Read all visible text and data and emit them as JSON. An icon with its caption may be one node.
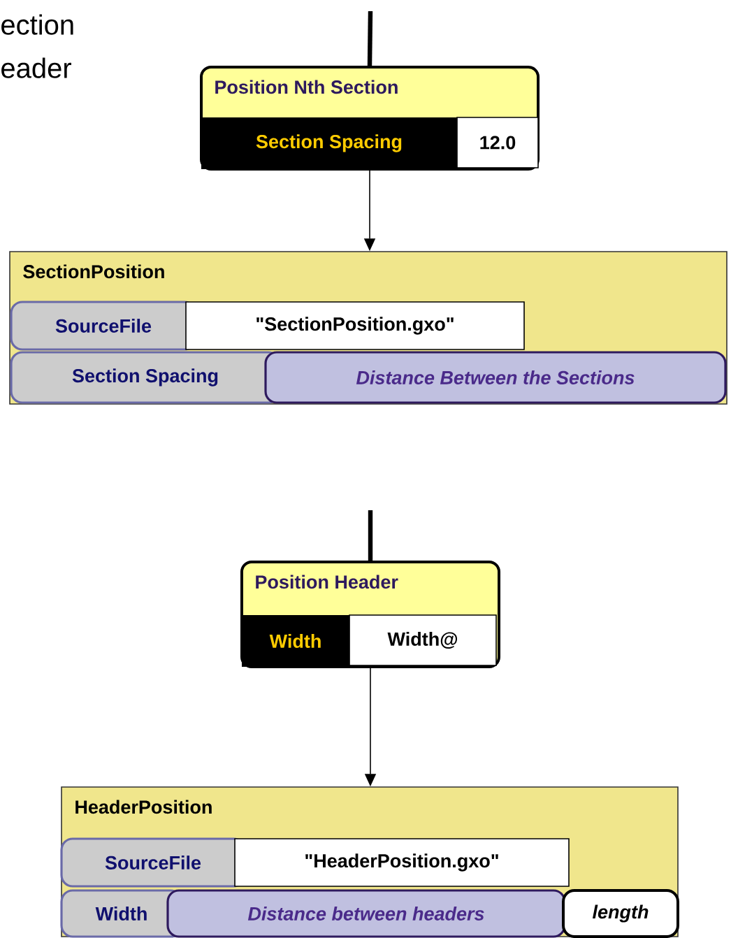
{
  "diagram": {
    "nodes": [
      {
        "text": [
          "Position Nth Section"
        ]
      },
      {
        "text": [
          "Section Spacing"
        ],
        "in": 0
      },
      {
        "text": [
          "12.0"
        ],
        "in": 0
      },
      {
        "text": [
          "SectionPosition"
        ]
      },
      {
        "text": [
          "SourceFile"
        ],
        "in": 3
      },
      {
        "text": [
          "\"SectionPosition.gxo\""
        ],
        "in": 3
      },
      {
        "text": [
          "Section Spacing"
        ],
        "in": 3
      },
      {
        "text": [
          "Distance Between the Sections"
        ],
        "in": 3
      },
      {
        "text": [
          "Position Header"
        ]
      },
      {
        "text": [
          "Width"
        ],
        "in": 8
      },
      {
        "text": [
          "Width@"
        ],
        "in": 8
      },
      {
        "text": [
          "HeaderPosition"
        ]
      },
      {
        "text": [
          "SourceFile"
        ],
        "in": 11
      },
      {
        "text": [
          "\"HeaderPosition.gxo\""
        ],
        "in": 11
      },
      {
        "text": [
          "Width"
        ],
        "in": 11
      },
      {
        "text": [
          "Distance between headers"
        ],
        "in": 11
      },
      {
        "text": [
          "length"
        ],
        "in": 11
      }
    ],
    "edges": [
      {
        "from": null,
        "to": 0,
        "arrow": "none",
        "style": "thick"
      },
      {
        "from": 0,
        "to": 3,
        "arrow": "to"
      },
      {
        "from": null,
        "to": 8,
        "arrow": "none",
        "style": "thick"
      },
      {
        "from": 8,
        "to": 11,
        "arrow": "to"
      }
    ],
    "labels": [
      "ection eader"
    ]
  }
}
